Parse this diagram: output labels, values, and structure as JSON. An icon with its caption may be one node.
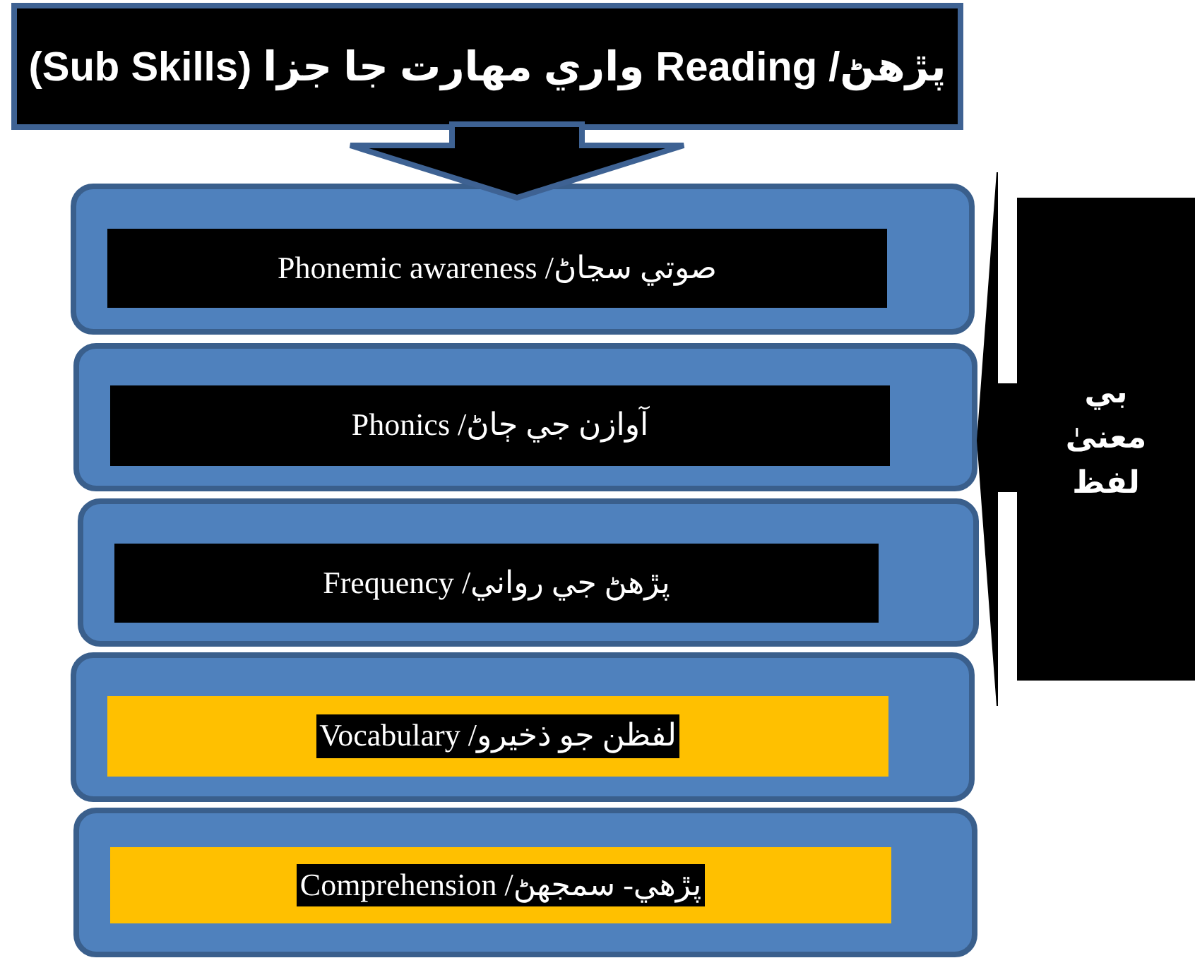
{
  "diagram": {
    "nodes": [
      {
        "text": [
          "پڙهڻ/ Reading واري مهارت جا جزا (Sub Skills)"
        ]
      },
      {
        "text": [
          "صوتي سڃاڻ/ Phonemic awareness"
        ]
      },
      {
        "text": [
          "آوازن جي ڄاڻ/ Phonics"
        ]
      },
      {
        "text": [
          "پڙهڻ جي رواني/ Frequency"
        ]
      },
      {
        "text": [
          "لفظن جو ذخيرو/ Vocabulary"
        ]
      },
      {
        "text": [
          "پڙهي- سمجهڻ/ Comprehension"
        ]
      },
      {
        "text": [
          "بي معنیٰ لفظ"
        ]
      }
    ],
    "edges": [
      {
        "from": 0,
        "to": 1,
        "arrow": "to"
      },
      {
        "from": 6,
        "to": 2,
        "arrow": "to"
      }
    ]
  }
}
